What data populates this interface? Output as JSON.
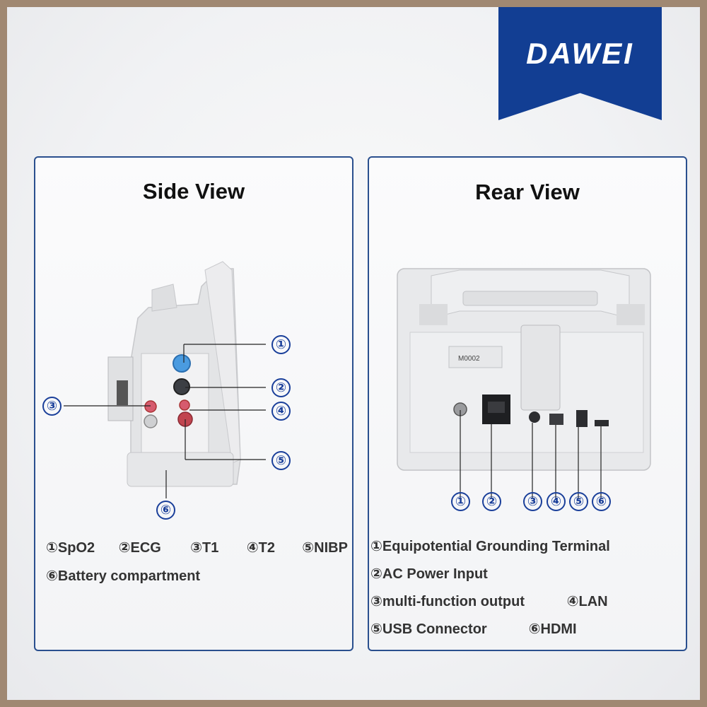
{
  "brand": {
    "name": "DAWEI",
    "color": "#123e93"
  },
  "side_view": {
    "title": "Side View",
    "markers": [
      "①",
      "②",
      "③",
      "④",
      "⑤",
      "⑥"
    ],
    "legend_row1": [
      "①SpO2",
      "②ECG",
      "③T1",
      "④T2",
      "⑤NIBP"
    ],
    "legend_row2": [
      "⑥Battery compartment"
    ]
  },
  "rear_view": {
    "title": "Rear View",
    "device_label": "M0002",
    "markers": [
      "①",
      "②",
      "③",
      "④",
      "⑤",
      "⑥"
    ],
    "legend_rows": [
      [
        "①Equipotential Grounding Terminal"
      ],
      [
        "②AC Power Input"
      ],
      [
        "③multi-function output",
        "④LAN"
      ],
      [
        "⑤USB Connector",
        "⑥HDMI"
      ]
    ]
  },
  "colors": {
    "panel_border": "#2a4f8e",
    "marker": "#1a3f9a"
  }
}
